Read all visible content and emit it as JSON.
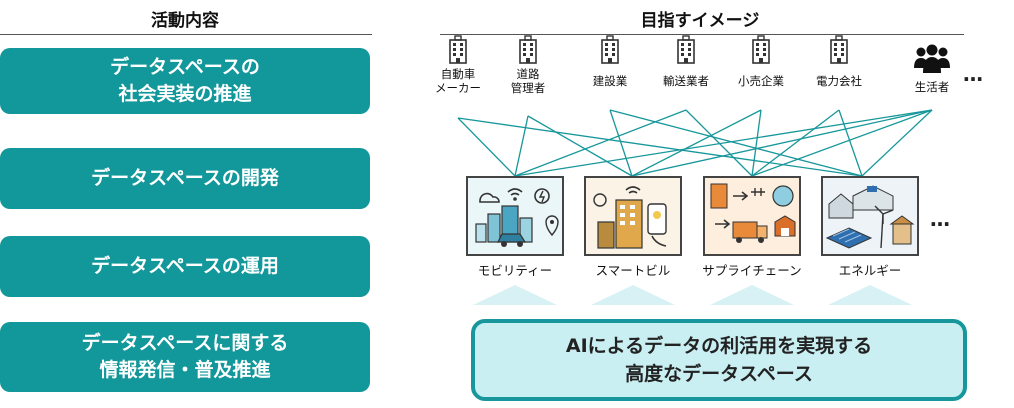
{
  "left": {
    "header": "活動内容",
    "items": [
      {
        "line1": "データスペースの",
        "line2": "社会実装の推進"
      },
      {
        "line1": "データスペースの開発",
        "line2": ""
      },
      {
        "line1": "データスペースの運用",
        "line2": ""
      },
      {
        "line1": "データスペースに関する",
        "line2": "情報発信・普及推進"
      }
    ]
  },
  "right": {
    "header": "目指すイメージ",
    "entities": [
      {
        "label": "自動車\nメーカー",
        "icon": "building-icon"
      },
      {
        "label": "道路\n管理者",
        "icon": "building-icon"
      },
      {
        "label": "建設業",
        "icon": "building-icon"
      },
      {
        "label": "輸送業者",
        "icon": "building-icon"
      },
      {
        "label": "小売企業",
        "icon": "building-icon"
      },
      {
        "label": "電力会社",
        "icon": "building-icon"
      },
      {
        "label": "生活者",
        "icon": "people-icon"
      }
    ],
    "entities_more": "…",
    "domains": [
      {
        "label": "モビリティー",
        "icon": "mobility-icon"
      },
      {
        "label": "スマートビル",
        "icon": "smart-building-icon"
      },
      {
        "label": "サプライチェーン",
        "icon": "supply-chain-icon"
      },
      {
        "label": "エネルギー",
        "icon": "energy-icon"
      }
    ],
    "domains_more": "…",
    "platform": {
      "line1": "AIによるデータの利活用を実現する",
      "line2": "高度なデータスペース"
    }
  },
  "colors": {
    "teal": "#12979a",
    "platform_fill": "#c9eff3",
    "platform_border": "#17979b",
    "triangle": "#d7f1f5",
    "line": "#17979b"
  }
}
